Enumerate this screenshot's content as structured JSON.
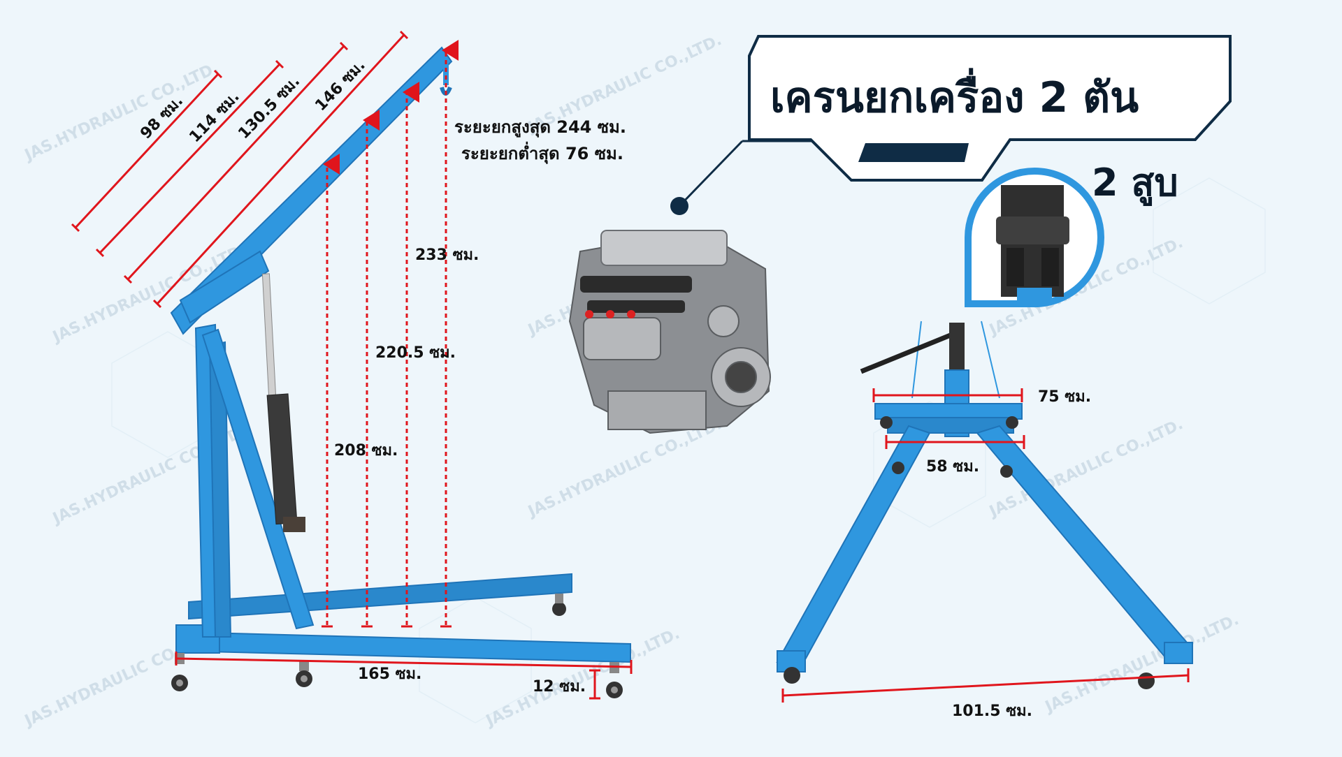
{
  "title": "เครนยกเครื่อง 2 ตัน",
  "cylinder_label": "2 สูบ",
  "watermark": "JAS.HYDRAULIC CO.,LTD.",
  "spec": {
    "max_lift": "ระยะยกสูงสุด 244 ซม.",
    "min_lift": "ระยะยกต่ำสุด 76 ซม."
  },
  "side_view": {
    "boom_lengths": [
      "98 ซม.",
      "114 ซม.",
      "130.5 ซม.",
      "146 ซม."
    ],
    "heights": [
      "208 ซม.",
      "220.5 ซม.",
      "233 ซม."
    ],
    "base_length": "165 ซม.",
    "wheel_height": "12 ซม."
  },
  "front_view": {
    "top_width": "75 ซม.",
    "inner_width": "58 ซม.",
    "leg_span": "101.5 ซม."
  },
  "colors": {
    "crane_blue": "#2f97df",
    "crane_dark": "#1f74b8",
    "dimension_red": "#e0151c",
    "navy": "#0f2c45",
    "background": "#eef6fb"
  }
}
